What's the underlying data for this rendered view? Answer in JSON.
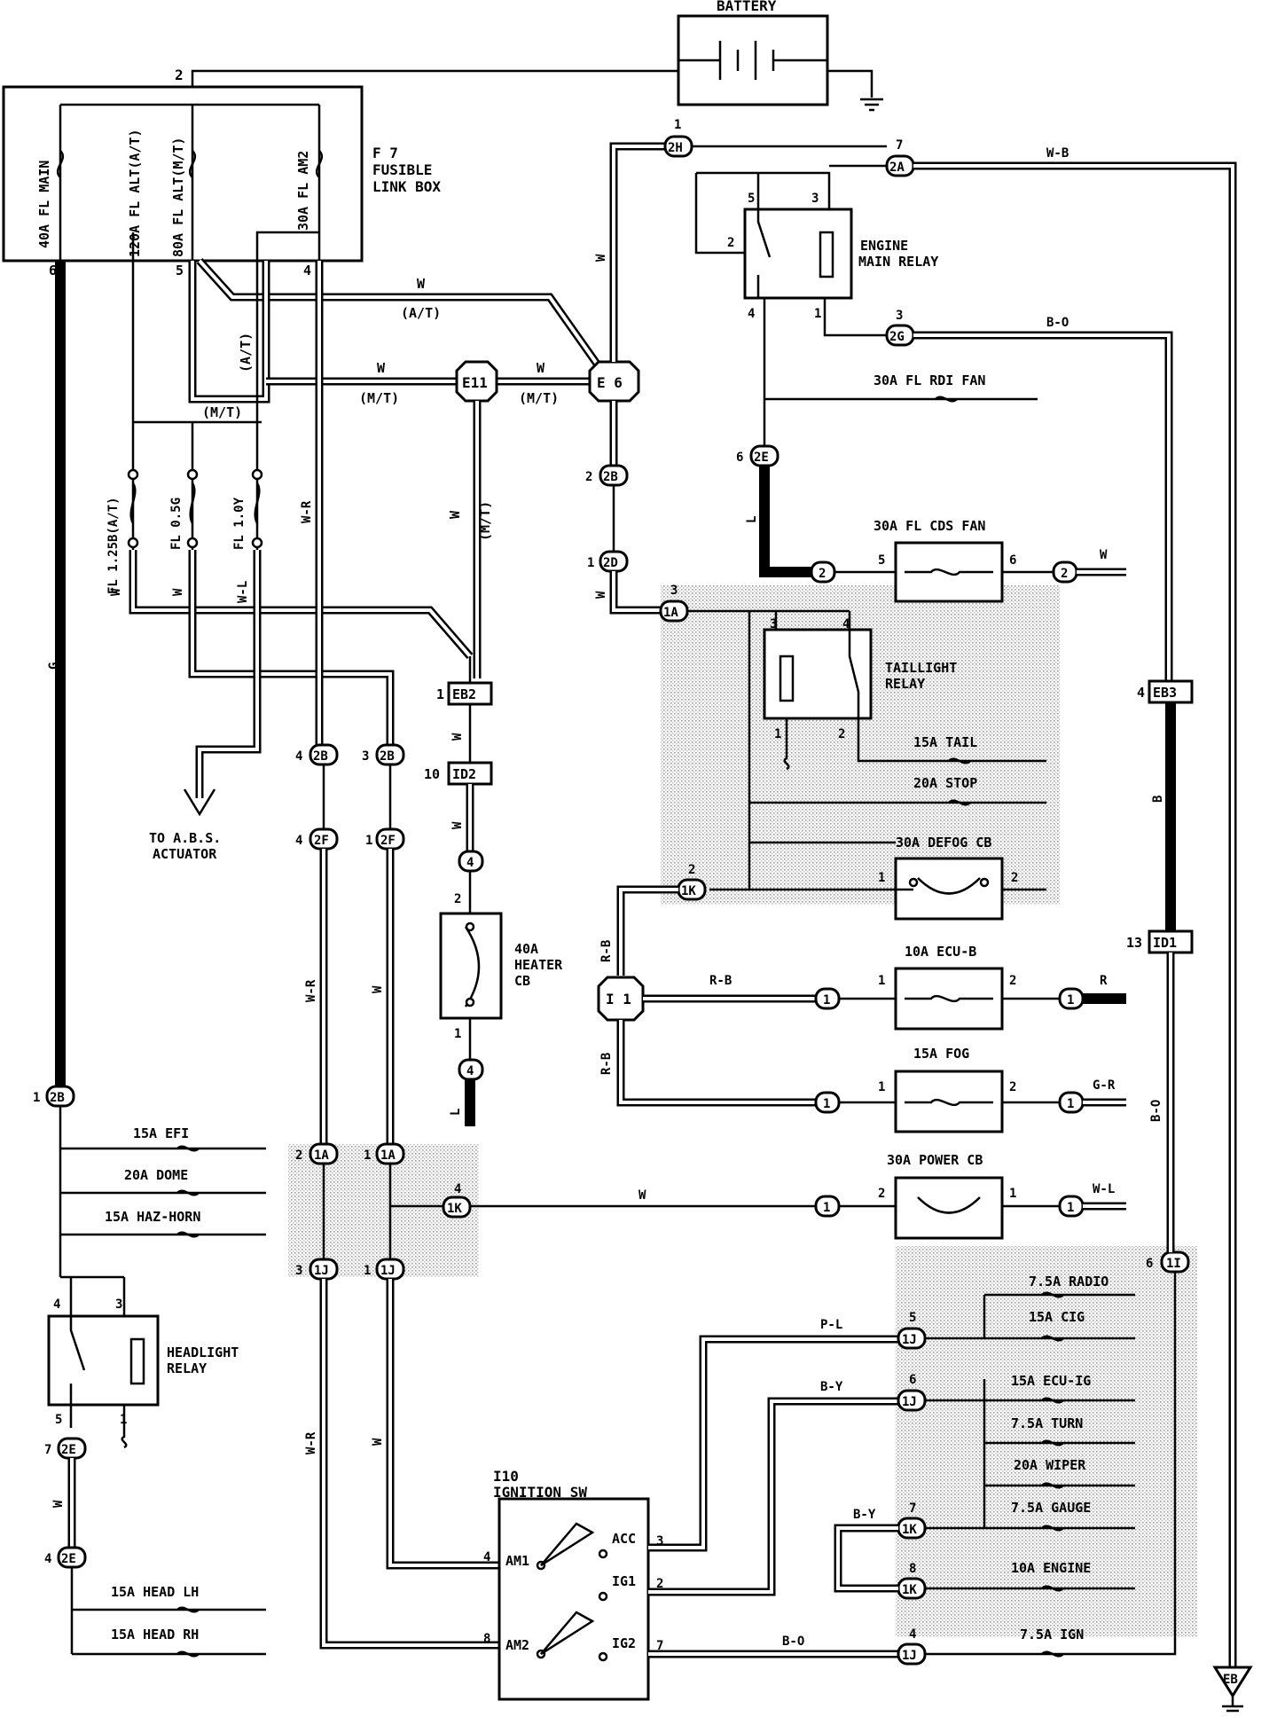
{
  "labels": {
    "battery": "BATTERY",
    "pin_2_top": "2",
    "f7": "F 7",
    "fusible": "FUSIBLE",
    "link_box": "LINK BOX",
    "fl_main": "40A FL MAIN",
    "fl_alt_at": "120A FL ALT(A/T)",
    "fl_alt_mt": "80A FL ALT(M/T)",
    "fl_am2": "30A FL AM2",
    "pin6": "6",
    "pin5": "5",
    "pin4": "4",
    "w_at": "W",
    "at1": "(A/T)",
    "at2": "(A/T)",
    "w_mt": "W",
    "mt1": "(M/T)",
    "w_mt2": "W",
    "mt2": "(M/T)",
    "mt3": "(M/T)",
    "mt4": "(M/T)",
    "e11": "E11",
    "e6": "E 6",
    "fl125": "FL 1.25B(A/T)",
    "fl05": "FL 0.5G",
    "fl10": "FL 1.0Y",
    "w_a": "W",
    "w_b": "W",
    "wl": "W-L",
    "wr_top": "W-R",
    "w_e11": "W",
    "eb2_pin": "1",
    "eb2": "EB2",
    "id2_pin": "10",
    "id2": "ID2",
    "to_abs1": "TO A.B.S.",
    "to_abs2": "ACTUATOR",
    "g": "G",
    "c2b_l": "2B",
    "c2b_l_pin": "4",
    "c2b_r": "2B",
    "c2b_r_pin": "3",
    "c2f_l": "2F",
    "c2f_l_pin": "4",
    "c2f_r": "2F",
    "c2f_r_pin": "1",
    "wr_mid": "W-R",
    "w_mid": "W",
    "c4_top": "4",
    "heater_pin2": "2",
    "heater1": "40A",
    "heater2": "HEATER",
    "heater3": "CB",
    "heater_pin1": "1",
    "c4_bot": "4",
    "l_heater": "L",
    "c2h_pin": "1",
    "c2h": "2H",
    "c2a_pin": "7",
    "c2a": "2A",
    "wb": "W-B",
    "pin5_relay": "5",
    "pin3_relay": "3",
    "pin2_relay": "2",
    "emr1": "ENGINE",
    "emr2": "MAIN RELAY",
    "pin4_relay": "4",
    "pin1_relay": "1",
    "c2g_pin": "3",
    "c2g": "2G",
    "bo_top": "B-O",
    "w_e6": "W",
    "rdi_fan": "30A FL RDI FAN",
    "c2e_top_pin": "6",
    "c2e_top": "2E",
    "l_mid": "L",
    "c2b_e6_pin": "2",
    "c2b_e6": "2B",
    "c2d_pin": "1",
    "c2d": "2D",
    "w_2d": "W",
    "cds_fan": "30A FL CDS FAN",
    "cds_pin5": "5",
    "cds_pin6": "6",
    "c2_left": "2",
    "c2_right": "2",
    "w_cds": "W",
    "c1a_pin": "3",
    "c1a": "1A",
    "tr_pin3": "3",
    "tr_pin4": "4",
    "tail_relay1": "TAILLIGHT",
    "tail_relay2": "RELAY",
    "tr_pin1": "1",
    "tr_pin2": "2",
    "tail": "15A TAIL",
    "stop": "20A STOP",
    "defog": "30A DEFOG CB",
    "defog_pin1": "1",
    "defog_pin2": "2",
    "c1k_pin": "2",
    "c1k": "1K",
    "eb3_pin": "4",
    "eb3": "EB3",
    "b_right": "B",
    "id1_pin": "13",
    "id1": "ID1",
    "bo_right": "B-O",
    "rb1": "R-B",
    "rb2": "R-B",
    "rb3": "R-B",
    "i1": "I 1",
    "ecub": "10A ECU-B",
    "ecub_p1": "1",
    "ecub_p2": "2",
    "c1_ecub": "1",
    "c1_ecub_r": "1",
    "r": "R",
    "fog": "15A FOG",
    "fog_p1": "1",
    "fog_p2": "2",
    "c1_fog": "1",
    "c1_fog_r": "1",
    "gr": "G-R",
    "c2b_left_pin": "1",
    "c2b_left": "2B",
    "efi": "15A EFI",
    "dome": "20A DOME",
    "haz": "15A HAZ-HORN",
    "hl_pin4": "4",
    "hl_pin3": "3",
    "hl_relay1": "HEADLIGHT",
    "hl_relay2": "RELAY",
    "hl_pin5": "5",
    "hl_pin1": "1",
    "c2e_l1_pin": "7",
    "c2e_l1": "2E",
    "w_hl": "W",
    "c2e_l2_pin": "4",
    "c2e_l2": "2E",
    "head_lh": "15A HEAD LH",
    "head_rh": "15A HEAD RH",
    "c1a_l_pin": "2",
    "c1a_l": "1A",
    "c1a_r_pin": "1",
    "c1a_r": "1A",
    "c1k_mid_pin": "4",
    "c1k_mid": "1K",
    "w_power": "W",
    "power_cb": "30A POWER CB",
    "power_p2": "2",
    "power_p1": "1",
    "c1_power": "1",
    "c1_power_r": "1",
    "wl_power": "W-L",
    "c1j_l_pin": "3",
    "c1j_l": "1J",
    "c1j_r_pin": "1",
    "c1j_r": "1J",
    "wr_bot": "W-R",
    "w_bot": "W",
    "i10": "I10",
    "ign_sw": "IGNITION SW",
    "am1": "AM1",
    "am2": "AM2",
    "am1_pin": "4",
    "am2_pin": "8",
    "acc": "ACC",
    "acc_pin": "3",
    "ig1": "IG1",
    "ig1_pin": "2",
    "ig2": "IG2",
    "ig2_pin": "7",
    "pl": "P-L",
    "by": "B-Y",
    "by2": "B-Y",
    "bo_bot": "B-O",
    "c1j5_pin": "5",
    "c1j5": "1J",
    "c1j6_pin": "6",
    "c1j6": "1J",
    "c1k7_pin": "7",
    "c1k7": "1K",
    "c1k8_pin": "8",
    "c1k8": "1K",
    "c1j4_pin": "4",
    "c1j4": "1J",
    "c1i_pin": "6",
    "c1i": "1I",
    "radio": "7.5A RADIO",
    "cig": "15A CIG",
    "ecuig": "15A ECU-IG",
    "turn": "7.5A TURN",
    "wiper": "20A WIPER",
    "gauge": "7.5A GAUGE",
    "engine": "10A ENGINE",
    "ign": "7.5A IGN",
    "eb": "EB"
  }
}
